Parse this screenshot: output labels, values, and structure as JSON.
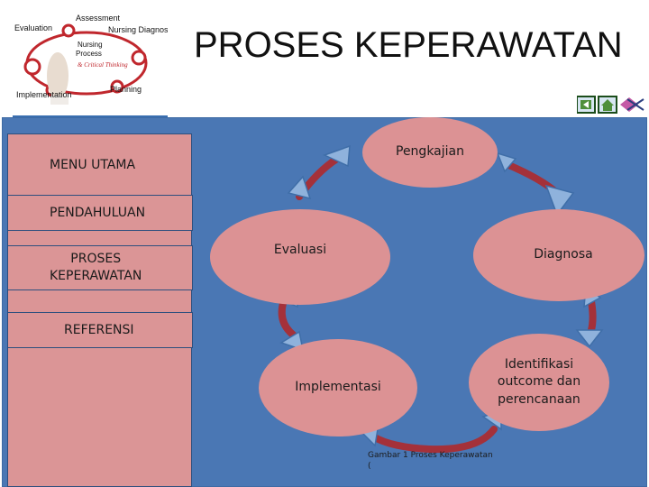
{
  "header": {
    "title": "PROSES KEPERAWATAN"
  },
  "logo": {
    "labels": {
      "assessment": "Assessment",
      "evaluation": "Evaluation",
      "nursing_diagnosis": "Nursing Diagnosis",
      "center_line1": "Nursing",
      "center_line2": "Process",
      "center_line3": "& Critical Thinking",
      "implementation": "Implementation",
      "planning": "Planning"
    }
  },
  "nav_icons": [
    "back-icon",
    "home-icon",
    "exit-icon"
  ],
  "menu": {
    "heading": "MENU UTAMA",
    "items": [
      {
        "label": "PENDAHULUAN"
      },
      {
        "label_line1": "PROSES",
        "label_line2": "KEPERAWATAN"
      },
      {
        "label": "REFERENSI"
      }
    ]
  },
  "cycle": {
    "pengkajian": "Pengkajian",
    "diagnosa": "Diagnosa",
    "identifikasi_line1": "Identifikasi",
    "identifikasi_line2": "outcome dan",
    "identifikasi_line3": "perencanaan",
    "implementasi": "Implementasi",
    "evaluasi": "Evaluasi"
  },
  "caption": {
    "line1": "Gambar 1  Proses Keperawatan",
    "line2": "("
  },
  "colors": {
    "panel_blue": "#4a77b4",
    "node_pink": "#dc9294",
    "arrow_red": "#a4313a",
    "arrow_head_blue": "#8fb2dc"
  }
}
